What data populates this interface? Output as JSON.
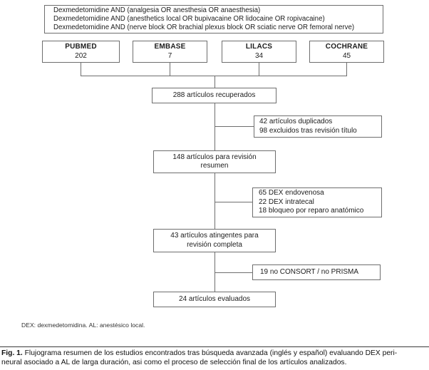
{
  "search_queries": {
    "line1": "Dexmedetomidine AND (analgesia OR anesthesia OR anaesthesia)",
    "line2": "Dexmedetomidine AND (anesthetics local OR bupivacaine OR lidocaine OR ropivacaine)",
    "line3": "Dexmedetomidine AND (nerve block OR brachial plexus block OR sciatic nerve OR femoral nerve)"
  },
  "databases": [
    {
      "name": "PUBMED",
      "count": "202"
    },
    {
      "name": "EMBASE",
      "count": "7"
    },
    {
      "name": "LILACS",
      "count": "34"
    },
    {
      "name": "COCHRANE",
      "count": "45"
    }
  ],
  "flow": {
    "retrieved": "288 artículos recuperados",
    "excluded_title": {
      "line1": "42 artículos duplicados",
      "line2": "98 excluidos tras revisión título"
    },
    "abstract_review": {
      "line1": "148 artículos para revisión",
      "line2": "resumen"
    },
    "excluded_abstract": {
      "line1": "65 DEX endovenosa",
      "line2": "22 DEX intratecal",
      "line3": "18 bloqueo por reparo anatómico"
    },
    "full_review": {
      "line1": "43 artículos atingentes para",
      "line2": "revisión completa"
    },
    "excluded_full": "19 no CONSORT / no PRISMA",
    "final": "24 artículos evaluados"
  },
  "footnote": "DEX: dexmedetomidina. AL: anestésico local.",
  "caption": {
    "label": "Fig. 1.",
    "line1": " Flujograma resumen de los estudios encontrados tras búsqueda avanzada (inglés y español) evaluando DEX peri-",
    "line2": "neural asociado a AL de larga duración, asi como el proceso de selección final de los artículos analizados."
  },
  "colors": {
    "border": "#6e6e6e",
    "connector": "#6e6e6e",
    "text": "#1c1c1c"
  }
}
